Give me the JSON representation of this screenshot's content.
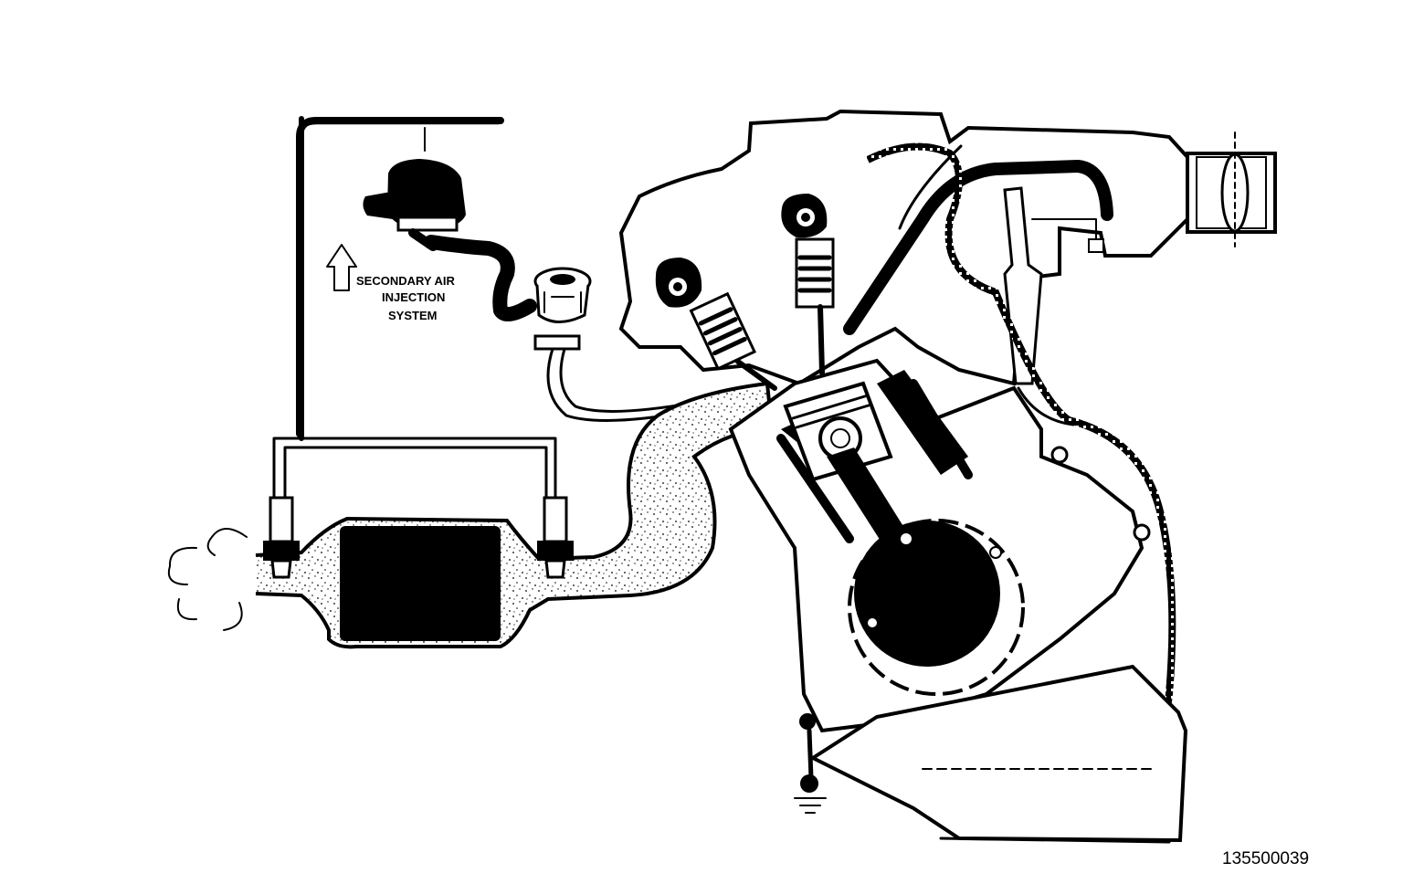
{
  "diagram": {
    "label_lines": [
      "SECONDARY AIR",
      "INJECTION",
      "SYSTEM"
    ],
    "figure_number": "135500039",
    "ink": "#000000",
    "paper": "#ffffff"
  }
}
